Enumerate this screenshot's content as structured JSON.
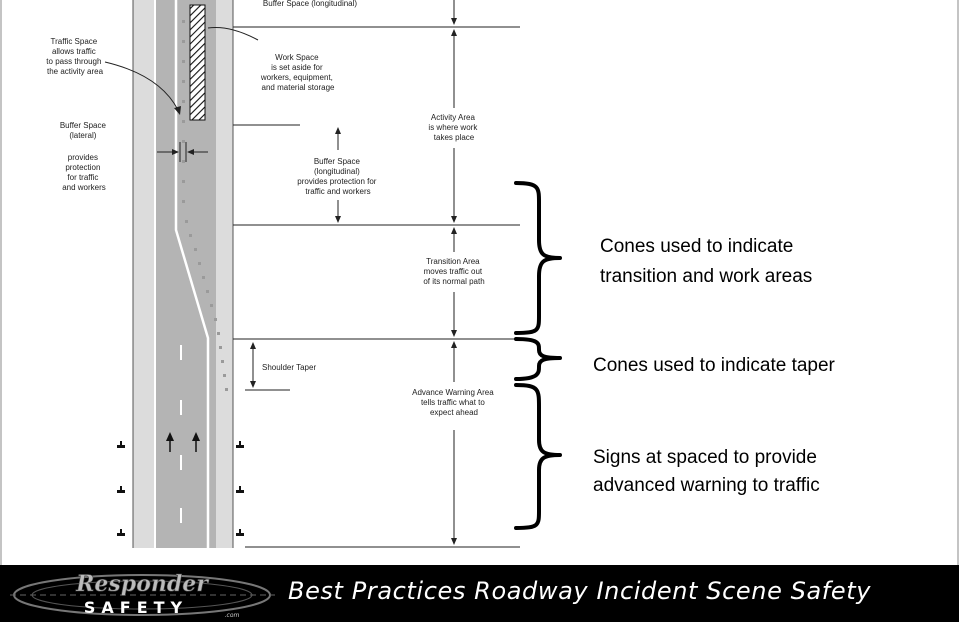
{
  "diagram": {
    "labels": {
      "buffer_space_top": "Buffer Space (longitudinal)",
      "traffic_space": [
        "Traffic Space",
        "allows traffic",
        "to pass through",
        "the activity area"
      ],
      "work_space": [
        "Work Space",
        "is set aside for",
        "workers, equipment,",
        "and material storage"
      ],
      "activity_area": [
        "Activity Area",
        "is where work",
        "takes place"
      ],
      "buffer_lateral": [
        "Buffer Space",
        "(lateral)",
        "provides",
        "protection",
        "for traffic",
        "and workers"
      ],
      "buffer_longitudinal": [
        "Buffer Space",
        "(longitudinal)",
        "provides protection for",
        "traffic and workers"
      ],
      "transition_area": [
        "Transition Area",
        "moves traffic out",
        "of its normal path"
      ],
      "shoulder_taper": "Shoulder Taper",
      "advance_warning": [
        "Advance Warning Area",
        "tells traffic what to",
        "expect ahead"
      ]
    },
    "callouts": [
      [
        "Cones used to indicate",
        "transition and work areas"
      ],
      [
        "Cones used to indicate taper"
      ],
      [
        "Signs at spaced to provide",
        "advanced warning to traffic"
      ]
    ]
  },
  "footer": {
    "logo_top": "Responder",
    "logo_bottom": "SAFETY",
    "logo_small": ".com",
    "tagline": "Best Practices Roadway Incident Scene Safety"
  }
}
